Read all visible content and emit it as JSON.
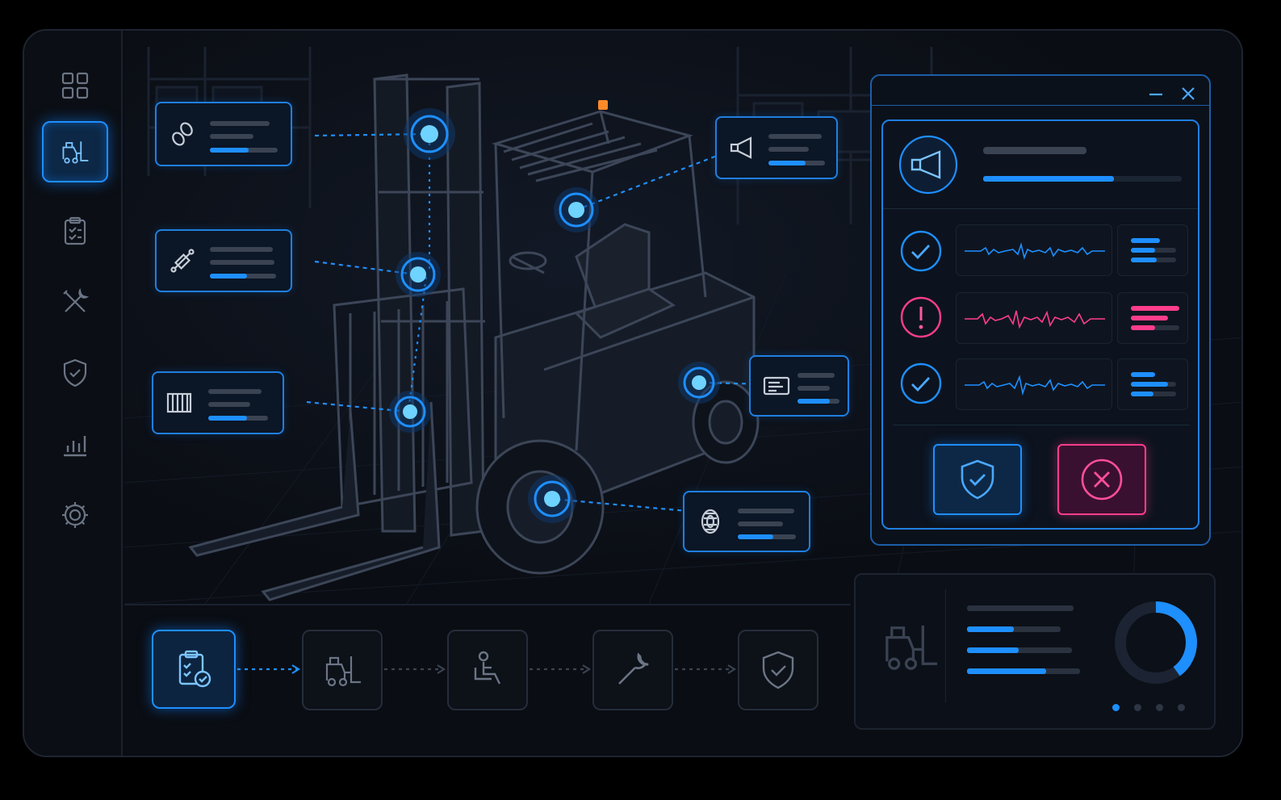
{
  "colors": {
    "accent": "#1e8fff",
    "alert": "#ff3d8c",
    "panel": "#0b111b",
    "background": "#0a0d13"
  },
  "sidebar": {
    "items": [
      {
        "icon": "grid-icon",
        "active": false
      },
      {
        "icon": "forklift-icon",
        "active": true
      },
      {
        "icon": "clipboard-check-icon",
        "active": false
      },
      {
        "icon": "tools-icon",
        "active": false
      },
      {
        "icon": "shield-check-icon",
        "active": false
      },
      {
        "icon": "bar-chart-icon",
        "active": false
      },
      {
        "icon": "gear-icon",
        "active": false
      }
    ]
  },
  "callouts": [
    {
      "icon": "chain-icon",
      "progress": 0.55
    },
    {
      "icon": "hydraulic-cylinder-icon",
      "progress": 0.55
    },
    {
      "icon": "fork-carriage-icon",
      "progress": 0.65
    },
    {
      "icon": "horn-icon",
      "progress": 0.55
    },
    {
      "icon": "dashboard-panel-icon",
      "progress": 0.7
    },
    {
      "icon": "tire-icon",
      "progress": 0.6
    }
  ],
  "inspection_dialog": {
    "header_icon": "horn-icon",
    "header_progress": 0.65,
    "rows": [
      {
        "status": "ok",
        "status_icon": "check-icon"
      },
      {
        "status": "alert",
        "status_icon": "exclamation-icon"
      },
      {
        "status": "ok",
        "status_icon": "check-icon"
      }
    ],
    "confirm_icon": "shield-check-icon",
    "reject_icon": "close-circle-icon"
  },
  "workflow_steps": [
    {
      "icon": "clipboard-check-icon",
      "active": true
    },
    {
      "icon": "forklift-icon",
      "active": false
    },
    {
      "icon": "operator-seated-icon",
      "active": false
    },
    {
      "icon": "wrench-icon",
      "active": false
    },
    {
      "icon": "shield-check-icon",
      "active": false
    }
  ],
  "stats_panel": {
    "icon": "forklift-icon",
    "bars": [
      0.45,
      0.5,
      0.75
    ],
    "donut_progress": 0.4,
    "pager_active": 0,
    "pager_count": 4
  }
}
